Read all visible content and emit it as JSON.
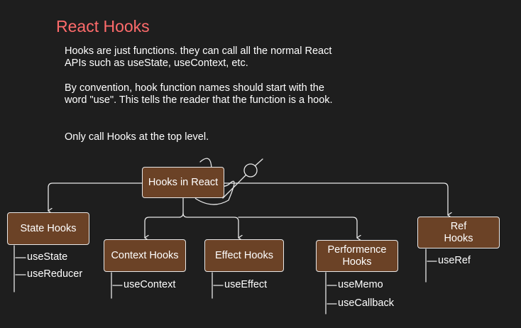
{
  "title": "React Hooks",
  "notes": [
    "Hooks are just functions. they can call all the normal React APIs such as useState, useContext, etc.",
    "By convention, hook function names should start with the word \"use\". This tells the reader that the function is a hook.",
    "Only call Hooks at the top level."
  ],
  "root": {
    "label": "Hooks in React"
  },
  "categories": [
    {
      "label": "State Hooks",
      "items": [
        "useState",
        "useReducer"
      ]
    },
    {
      "label": "Context Hooks",
      "items": [
        "useContext"
      ]
    },
    {
      "label": "Effect Hooks",
      "items": [
        "useEffect"
      ]
    },
    {
      "label": "Performence\nHooks",
      "items": [
        "useMemo",
        "useCallback"
      ]
    },
    {
      "label": "Ref\nHooks",
      "items": [
        "useRef"
      ]
    }
  ],
  "colors": {
    "title": "#ff6b6b",
    "box_fill": "#6b4226",
    "stroke": "#e8e8e8",
    "background": "#1e1e1e"
  }
}
